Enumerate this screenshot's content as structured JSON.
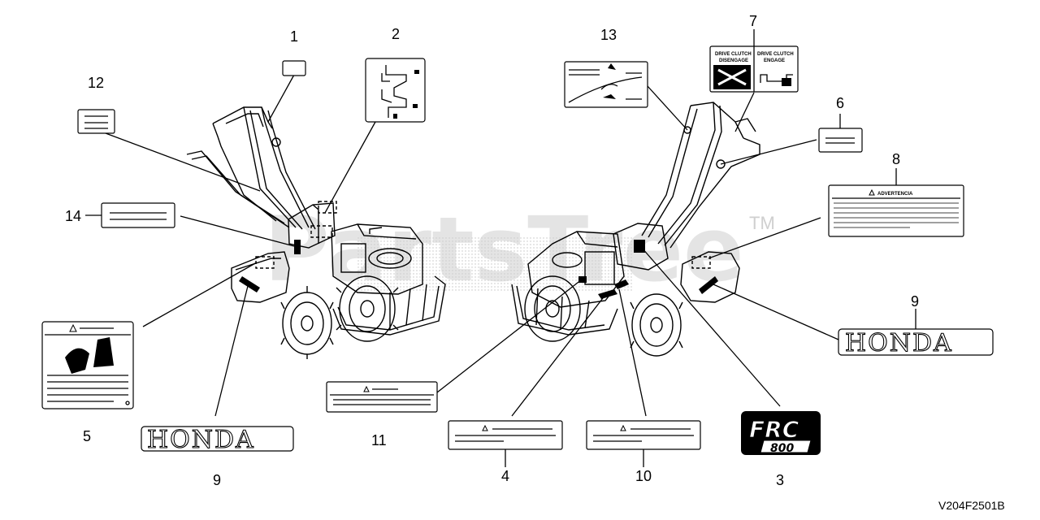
{
  "callouts": {
    "c1": "1",
    "c2": "2",
    "c3": "3",
    "c4": "4",
    "c5": "5",
    "c6": "6",
    "c7": "7",
    "c8": "8",
    "c9a": "9",
    "c9b": "9",
    "c10": "10",
    "c11": "11",
    "c12": "12",
    "c13": "13",
    "c14": "14"
  },
  "labels": {
    "drive_clutch_disengage_line1": "DRIVE CLUTCH",
    "drive_clutch_disengage_line2": "DISENGAGE",
    "drive_clutch_engage_line1": "DRIVE CLUTCH",
    "drive_clutch_engage_line2": "ENGAGE",
    "advertencia": "ADVERTENCIA",
    "honda_brand": "HONDA",
    "frc_model": "FRC",
    "frc_number": "800"
  },
  "watermark": {
    "text": "PartsTree",
    "trademark": "TM"
  },
  "diagram_code": "V204F2501B"
}
